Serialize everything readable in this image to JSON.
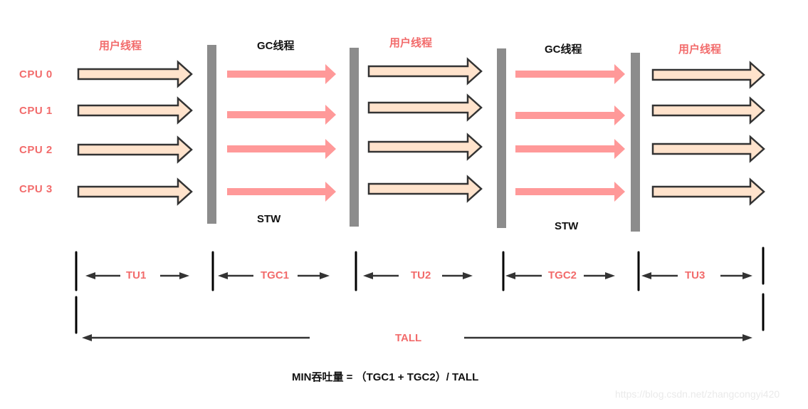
{
  "colors": {
    "label_red": "#f26b6b",
    "user_arrow_fill": "#ffe3cc",
    "user_arrow_stroke": "#333333",
    "gc_arrow": "#ff9999",
    "stw_bar": "#8c8c8c",
    "timeline": "#333333",
    "tick": "#000000"
  },
  "cpus": [
    "CPU   0",
    "CPU   1",
    "CPU   2",
    "CPU   3"
  ],
  "phases": [
    {
      "type": "user",
      "label": "用户线程"
    },
    {
      "type": "gc",
      "label": "GC线程",
      "stw_label": "STW"
    },
    {
      "type": "user",
      "label": "用户线程"
    },
    {
      "type": "gc",
      "label": "GC线程",
      "stw_label": "STW"
    },
    {
      "type": "user",
      "label": "用户线程"
    }
  ],
  "segments": [
    "TU1",
    "TGC1",
    "TU2",
    "TGC2",
    "TU3"
  ],
  "total_label": "TALL",
  "formula": "MIN吞吐量 =  （TGC1 + TGC2）/ TALL",
  "watermark": "https://blog.csdn.net/zhangcongyi420"
}
